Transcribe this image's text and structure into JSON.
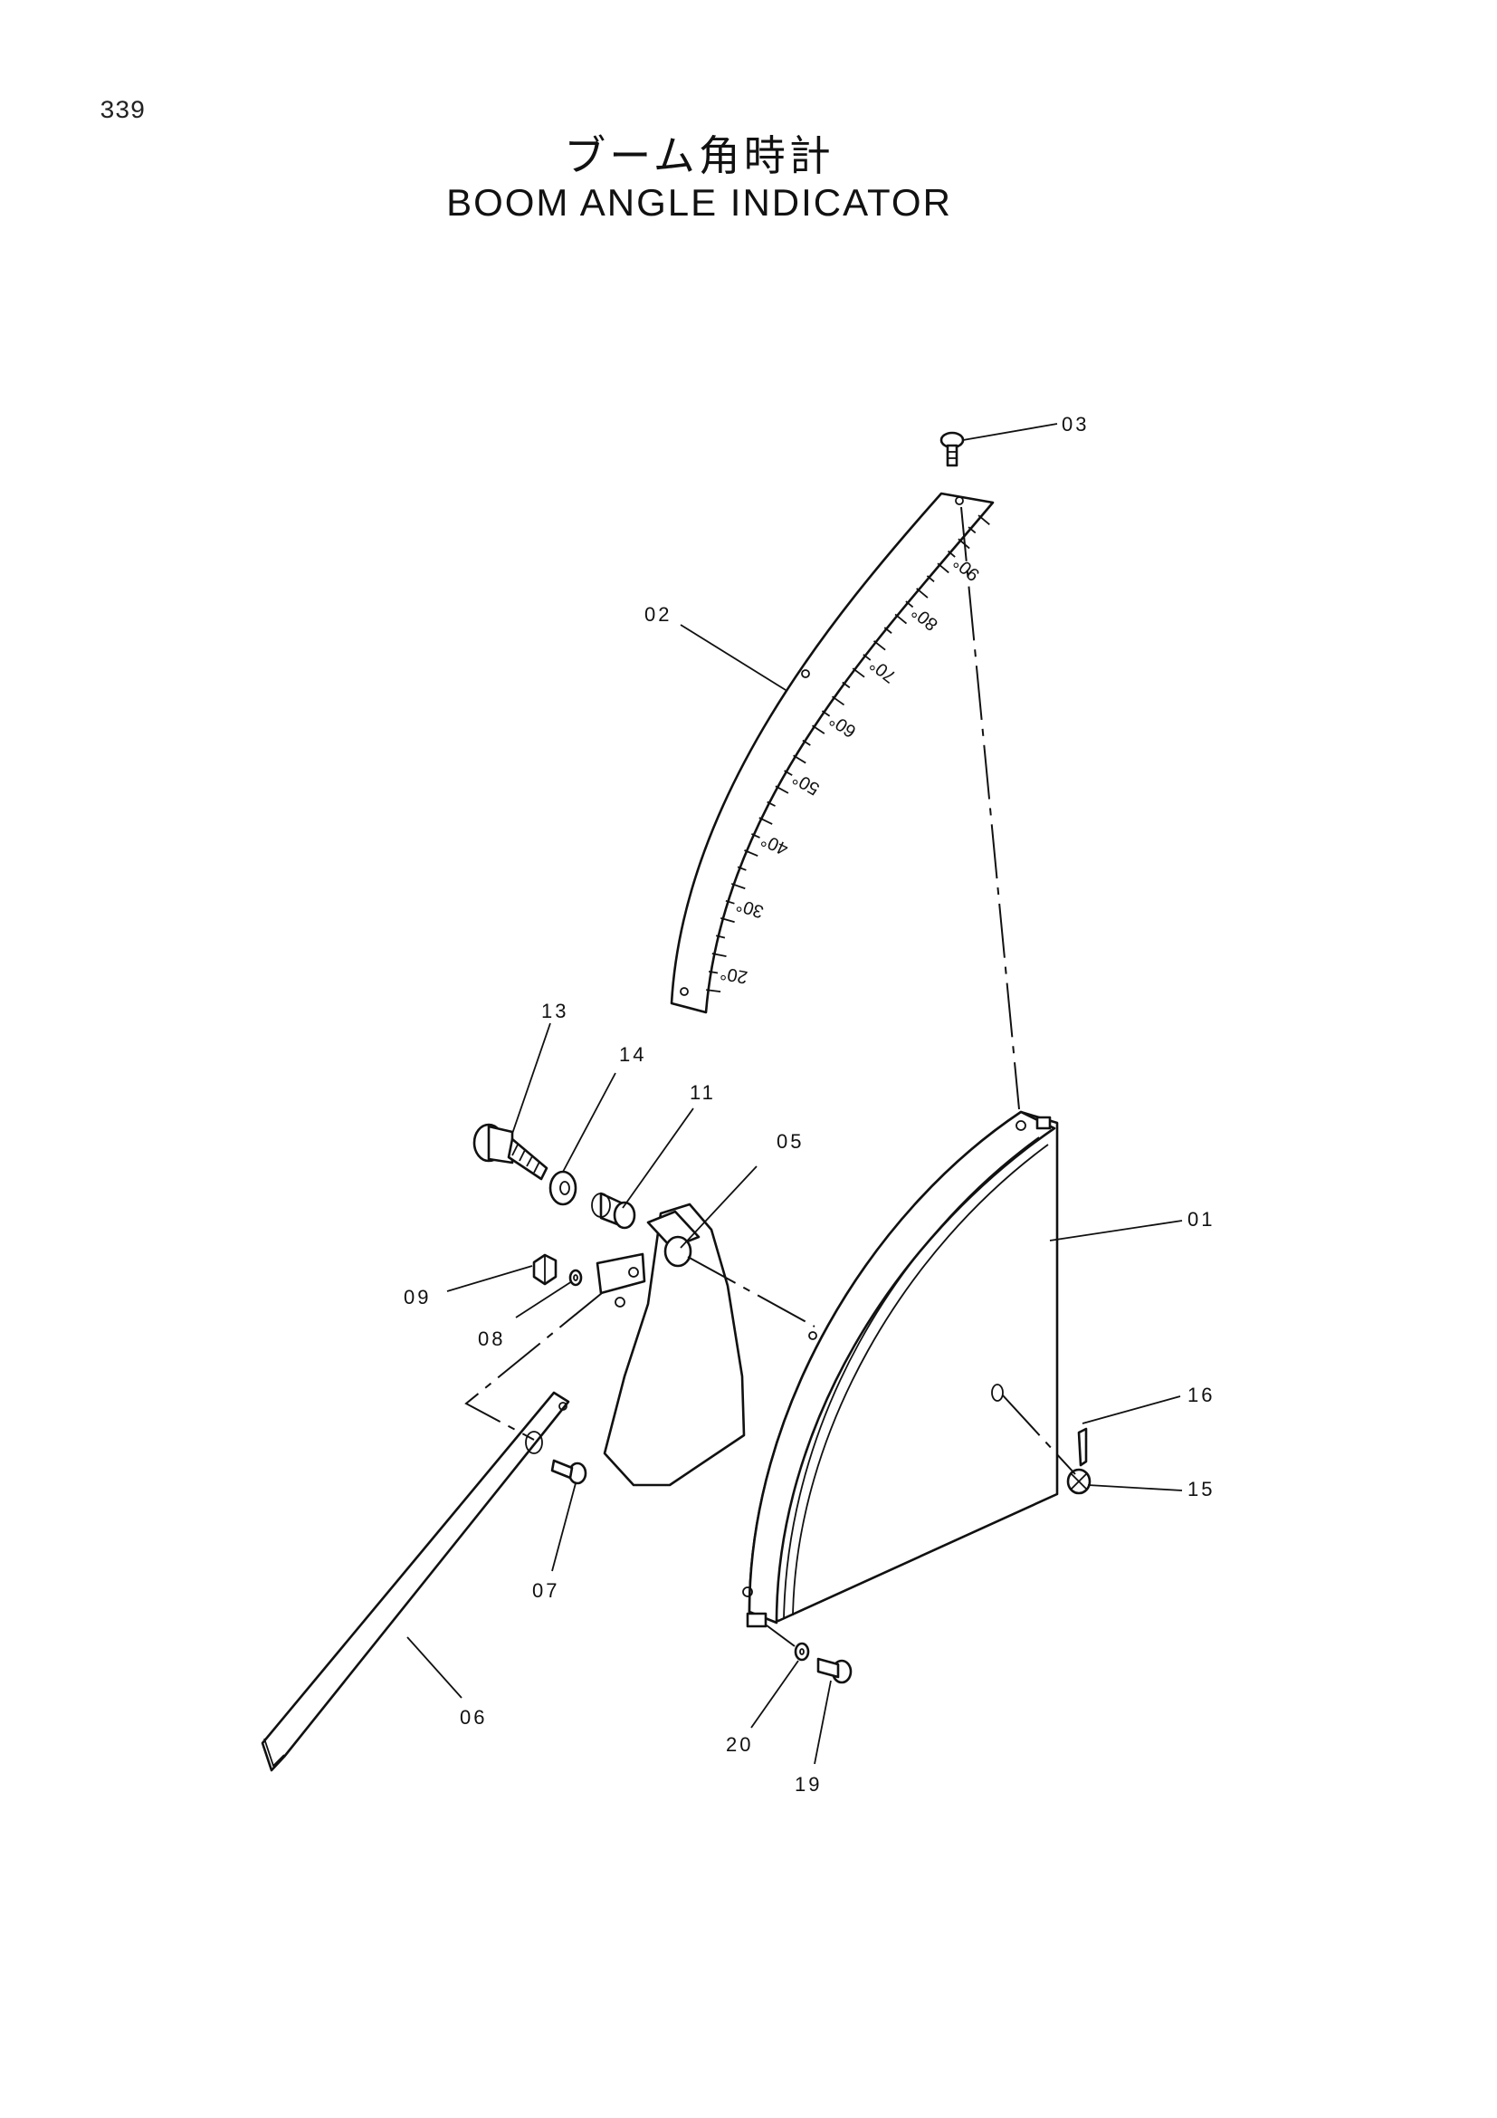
{
  "page_number": "339",
  "title_jp": "ブーム角時計",
  "title_en": "BOOM ANGLE INDICATOR",
  "callouts": {
    "p01": "01",
    "p02": "02",
    "p03": "03",
    "p05": "05",
    "p06": "06",
    "p07": "07",
    "p08": "08",
    "p09": "09",
    "p11": "11",
    "p13": "13",
    "p14": "14",
    "p15": "15",
    "p16": "16",
    "p19": "19",
    "p20": "20"
  },
  "scale_marks": [
    "20°",
    "30°",
    "40°",
    "50°",
    "60°",
    "70°",
    "80°",
    "90°"
  ]
}
